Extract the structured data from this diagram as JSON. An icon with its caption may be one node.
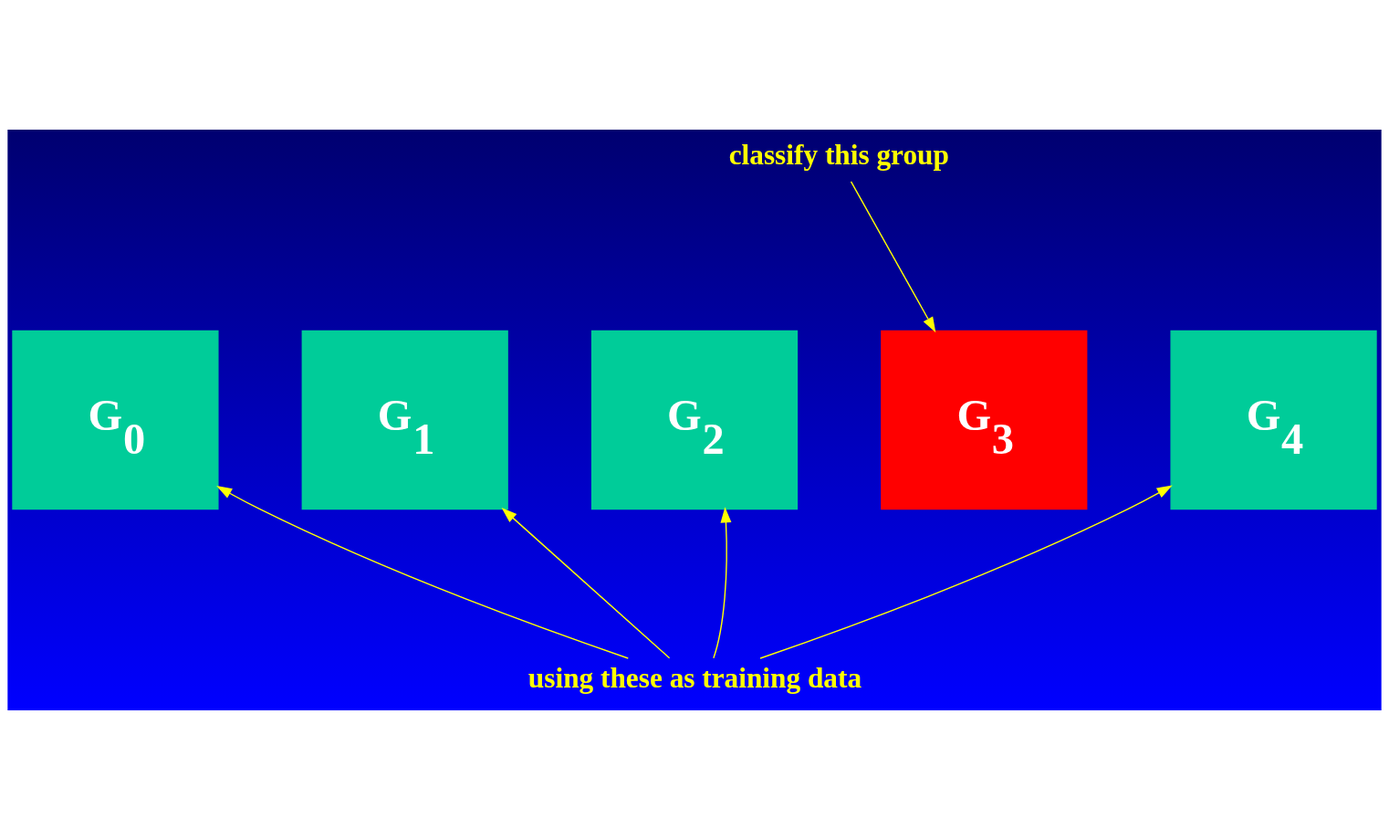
{
  "diagram": {
    "nodes": [
      {
        "text": [
          "classify this group"
        ]
      },
      {
        "text": [
          "G$_{0}$"
        ]
      },
      {
        "text": [
          "G$_{1}$"
        ]
      },
      {
        "text": [
          "G$_{2}$"
        ]
      },
      {
        "text": [
          "G$_{3}$"
        ]
      },
      {
        "text": [
          "G$_{4}$"
        ]
      },
      {
        "text": [
          "using these as training data"
        ]
      }
    ],
    "edges": [
      {
        "from": 0,
        "to": 4,
        "arrow": "to"
      },
      {
        "from": 6,
        "to": 1,
        "arrow": "to"
      },
      {
        "from": 6,
        "to": 2,
        "arrow": "to"
      },
      {
        "from": 6,
        "to": 3,
        "arrow": "to"
      },
      {
        "from": 6,
        "to": 5,
        "arrow": "to"
      }
    ]
  }
}
